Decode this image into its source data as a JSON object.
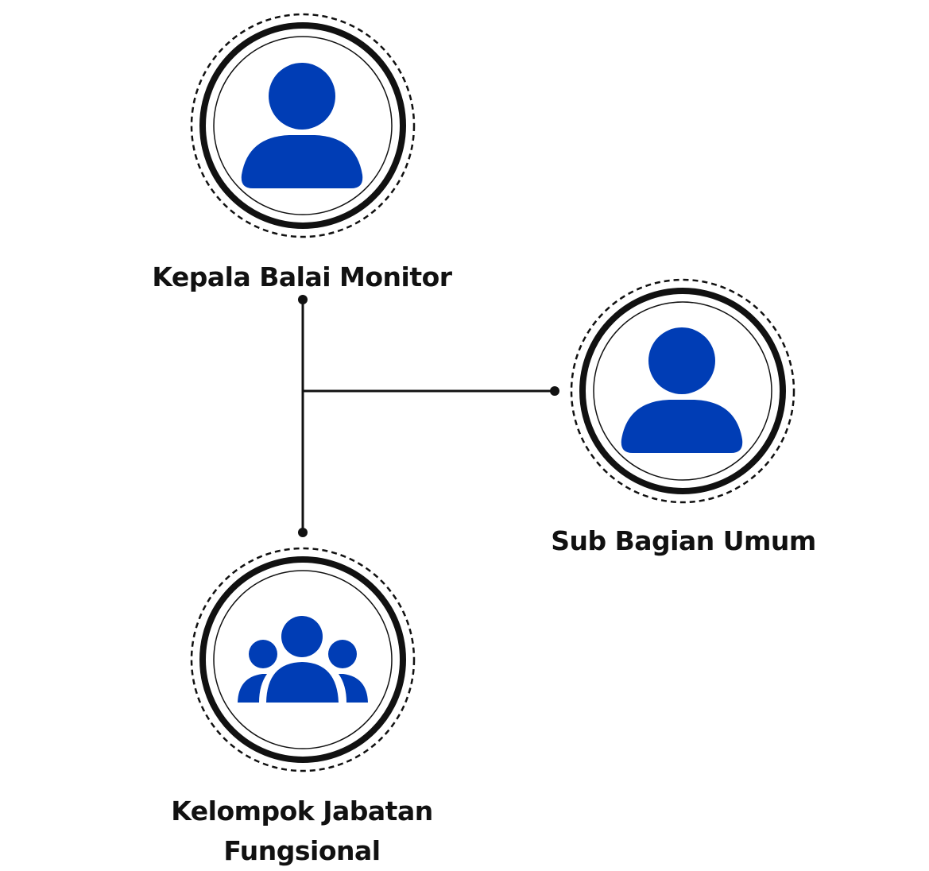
{
  "nodes": {
    "kepala": {
      "label": "Kepala Balai Monitor",
      "icon": "person-icon"
    },
    "sub_bagian": {
      "label": "Sub Bagian Umum",
      "icon": "person-icon"
    },
    "kelompok": {
      "label_line1": "Kelompok Jabatan",
      "label_line2": "Fungsional",
      "icon": "group-icon"
    }
  },
  "colors": {
    "icon_fill": "#003DB5",
    "ring": "#111111",
    "connector": "#111111",
    "background": "#FFFFFF"
  }
}
